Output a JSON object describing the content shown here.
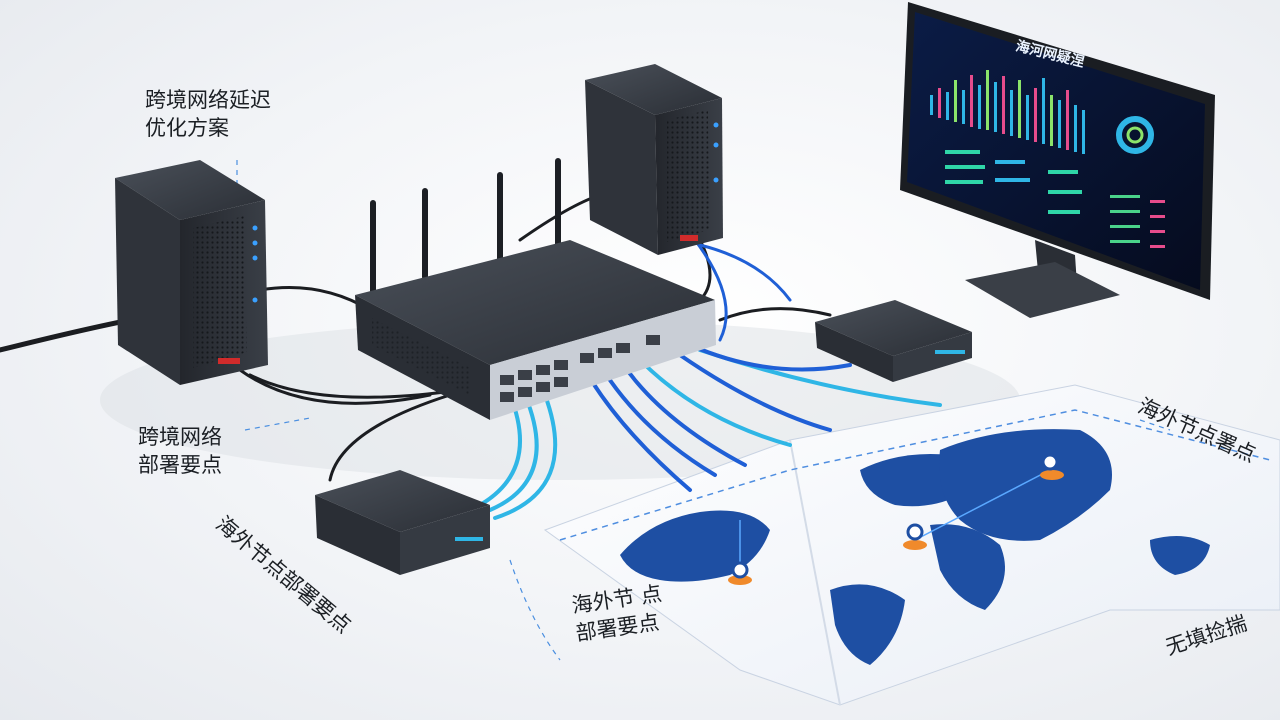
{
  "labels": {
    "top_left": [
      "跨境网络延迟",
      "优化方案"
    ],
    "middle_left": [
      "跨境网络",
      "部署要点"
    ],
    "bottom_left_rotated": "海外节点部署要点",
    "bottom_center_rotated": [
      "海外节 点",
      "部署要点"
    ],
    "right_top_rotated": "海外节点署点",
    "right_bottom_rotated": "无填捡揣"
  },
  "monitor": {
    "title": "海河网疑涅"
  },
  "colors": {
    "device_dark": "#2b2f36",
    "cable_blue": "#1f5fd6",
    "cable_cyan": "#2fb6e6",
    "map_blue": "#1e4fa3",
    "screen_bg": "#07112a",
    "pin_orange": "#f08a2b"
  }
}
